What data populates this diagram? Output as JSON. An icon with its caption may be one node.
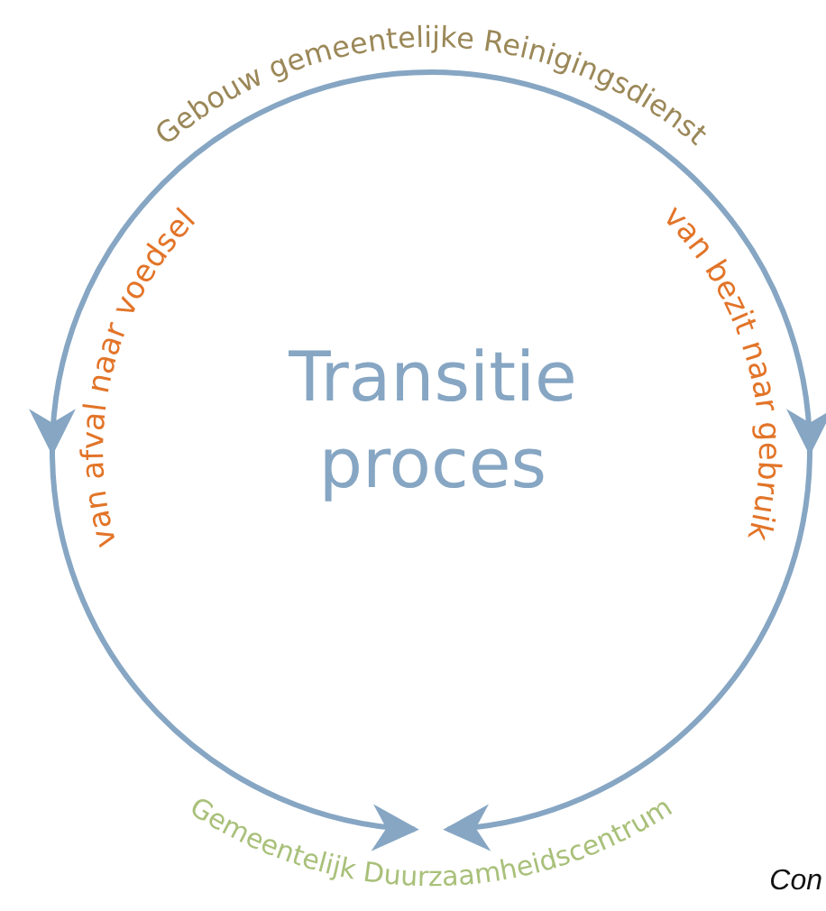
{
  "diagram": {
    "nodes": [
      {
        "text": [
          "Gebouw gemeentelijke Reinigingsdienst"
        ]
      },
      {
        "text": [
          "Gemeentelijk Duurzaamheidscentrum"
        ]
      }
    ],
    "edges": [
      {
        "from": 0,
        "to": 1,
        "arrow": "to",
        "label": "van afval naar voedsel"
      },
      {
        "from": 0,
        "to": 1,
        "arrow": "to",
        "label": "van bezit naar gebruik"
      }
    ],
    "labels": [
      "Transitie proces",
      "Con"
    ]
  }
}
